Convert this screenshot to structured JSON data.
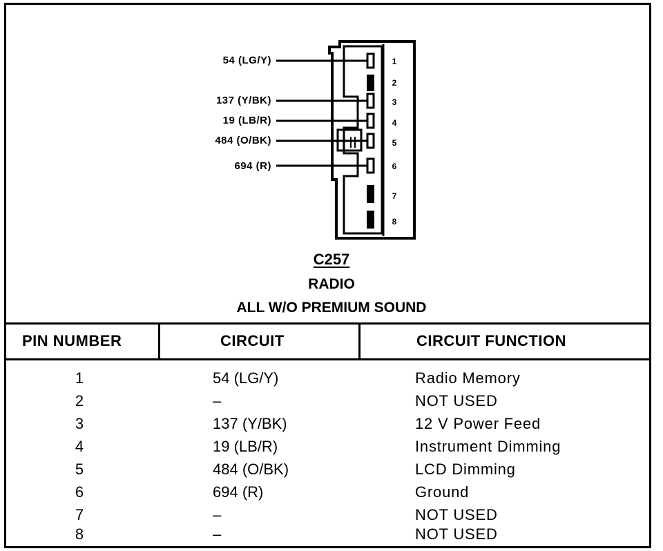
{
  "connector": {
    "id": "C257",
    "name": "RADIO",
    "description": "ALL W/O PREMIUM SOUND",
    "wire_labels": [
      "54 (LG/Y)",
      "137 (Y/BK)",
      "19 (LB/R)",
      "484 (O/BK)",
      "694 (R)"
    ],
    "pin_labels": [
      "1",
      "2",
      "3",
      "4",
      "5",
      "6",
      "7",
      "8"
    ]
  },
  "table": {
    "headers": [
      "PIN NUMBER",
      "CIRCUIT",
      "CIRCUIT FUNCTION"
    ],
    "rows": [
      {
        "pin": "1",
        "circuit": "54  (LG/Y)",
        "function": "Radio Memory"
      },
      {
        "pin": "2",
        "circuit": "–",
        "function": "NOT USED"
      },
      {
        "pin": "3",
        "circuit": "137  (Y/BK)",
        "function": "12 V Power Feed"
      },
      {
        "pin": "4",
        "circuit": "19  (LB/R)",
        "function": "Instrument Dimming"
      },
      {
        "pin": "5",
        "circuit": "484  (O/BK)",
        "function": "LCD Dimming"
      },
      {
        "pin": "6",
        "circuit": "694  (R)",
        "function": "Ground"
      },
      {
        "pin": "7",
        "circuit": "–",
        "function": "NOT USED"
      },
      {
        "pin": "8",
        "circuit": "–",
        "function": "NOT USED"
      }
    ]
  }
}
